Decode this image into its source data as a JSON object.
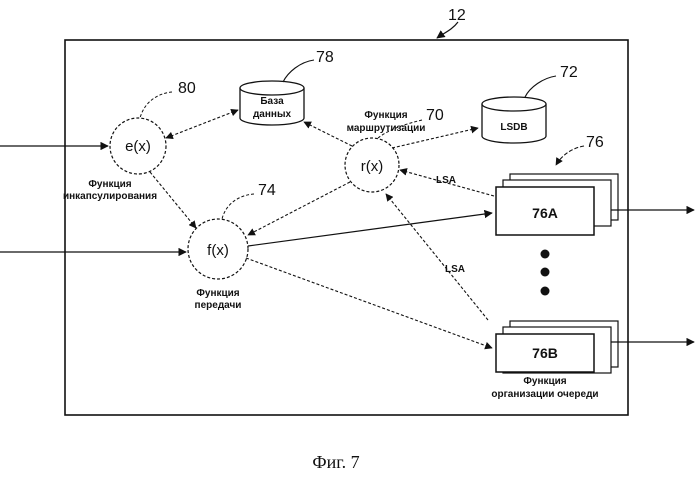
{
  "figure": {
    "caption": "Фиг. 7",
    "ref_main": "12",
    "nodes": {
      "encap": {
        "symbol": "e(x)",
        "ref": "80",
        "label_line1": "Функция",
        "label_line2": "инкапсулирования"
      },
      "forward": {
        "symbol": "f(x)",
        "ref": "74",
        "label_line1": "Функция",
        "label_line2": "передачи"
      },
      "route": {
        "symbol": "r(x)",
        "ref": "70",
        "label_line1": "Функция",
        "label_line2": "маршрутизации"
      }
    },
    "databases": {
      "data": {
        "label_line1": "База",
        "label_line2": "данных",
        "ref": "78"
      },
      "lsdb": {
        "label": "LSDB",
        "ref": "72"
      }
    },
    "queues": {
      "group_ref": "76",
      "a": "76A",
      "b": "76B",
      "label_line1": "Функция",
      "label_line2": "организации очереди"
    },
    "edge_labels": {
      "lsa_top": "LSA",
      "lsa_mid": "LSA"
    }
  }
}
